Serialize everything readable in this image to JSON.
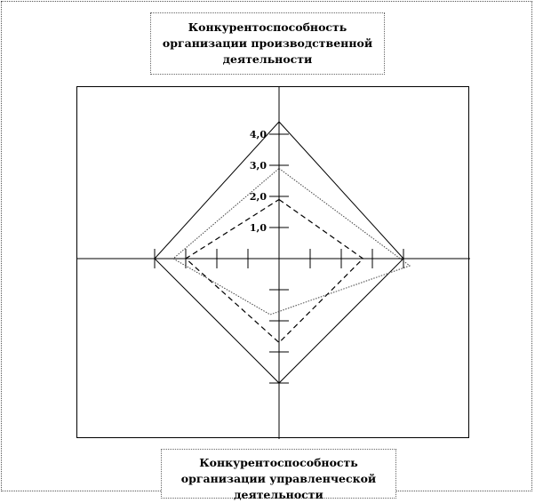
{
  "titles": {
    "top": {
      "line1": "Конкурентоспособность",
      "line2": "организации производственной",
      "line3": "деятельности"
    },
    "bottom": {
      "line1": "Конкурентоспособность",
      "line2": "организации управленческой",
      "line3": "деятельности"
    }
  },
  "axis": {
    "tick_labels": [
      "1,0",
      "2,0",
      "3,0",
      "4,0"
    ]
  },
  "chart_data": {
    "type": "radar",
    "axes": [
      "Конкурентоспособность организации производственной деятельности",
      "",
      "Конкурентоспособность организации управленческой деятельности",
      ""
    ],
    "scale": {
      "min": 0,
      "max": 4.0,
      "ticks": [
        1.0,
        2.0,
        3.0,
        4.0
      ]
    },
    "series": [
      {
        "style": "solid",
        "values": [
          4.4,
          4.0,
          4.0,
          4.0
        ]
      },
      {
        "style": "dotted",
        "values": [
          2.9,
          4.2,
          1.8,
          3.4
        ]
      },
      {
        "style": "dashed",
        "values": [
          1.9,
          2.7,
          2.7,
          3.0
        ]
      }
    ]
  }
}
